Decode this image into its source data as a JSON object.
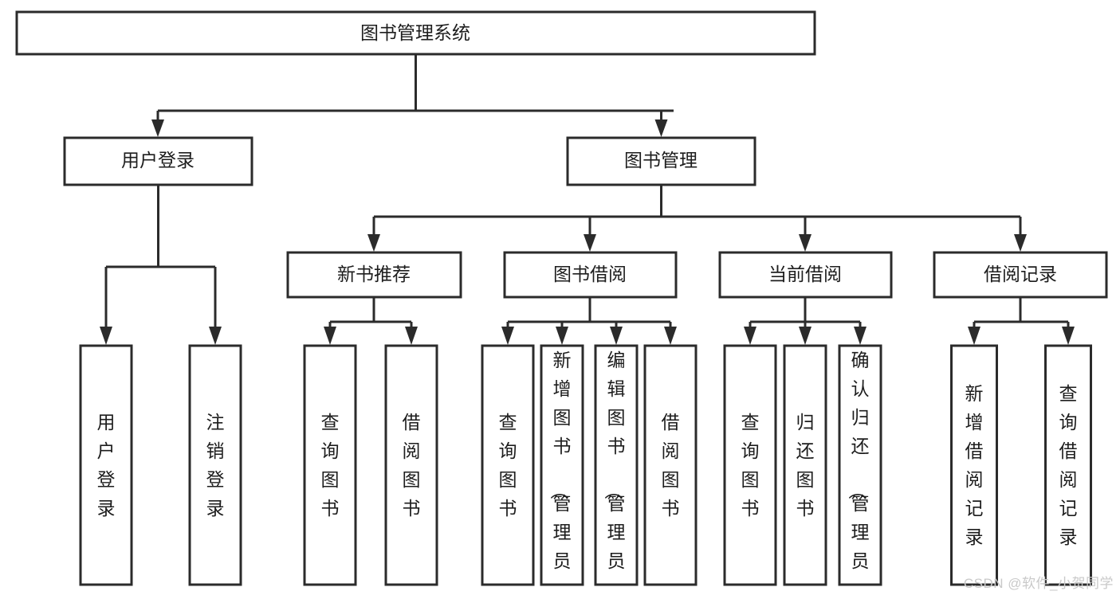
{
  "diagram": {
    "type": "tree-hierarchy-flowchart",
    "orientation": "top-down",
    "root": {
      "label": "图书管理系统"
    },
    "level1": [
      {
        "label": "用户登录"
      },
      {
        "label": "图书管理"
      }
    ],
    "level2": [
      {
        "label": "新书推荐",
        "parent": "图书管理"
      },
      {
        "label": "图书借阅",
        "parent": "图书管理"
      },
      {
        "label": "当前借阅",
        "parent": "图书管理"
      },
      {
        "label": "借阅记录",
        "parent": "图书管理"
      }
    ],
    "leaves": [
      {
        "label": "用户登录",
        "parent": "用户登录"
      },
      {
        "label": "注销登录",
        "parent": "用户登录"
      },
      {
        "label": "查询图书",
        "parent": "新书推荐"
      },
      {
        "label": "借阅图书",
        "parent": "新书推荐"
      },
      {
        "label": "查询图书",
        "parent": "图书借阅"
      },
      {
        "label": "新增图书（管理员）",
        "parent": "图书借阅"
      },
      {
        "label": "编辑图书（管理员）",
        "parent": "图书借阅"
      },
      {
        "label": "借阅图书",
        "parent": "图书借阅"
      },
      {
        "label": "查询图书",
        "parent": "当前借阅"
      },
      {
        "label": "归还图书",
        "parent": "当前借阅"
      },
      {
        "label": "确认归还（管理员）",
        "parent": "当前借阅"
      },
      {
        "label": "新增借阅记录",
        "parent": "借阅记录"
      },
      {
        "label": "查询借阅记录",
        "parent": "借阅记录"
      }
    ]
  },
  "watermark": {
    "text": "CSDN @软件_小贺同学"
  },
  "colors": {
    "background": "#ffffff",
    "box_stroke": "#2b2b2b",
    "box_fill": "#ffffff",
    "text": "#1d1d1d",
    "watermark": "#c9c9c9"
  }
}
